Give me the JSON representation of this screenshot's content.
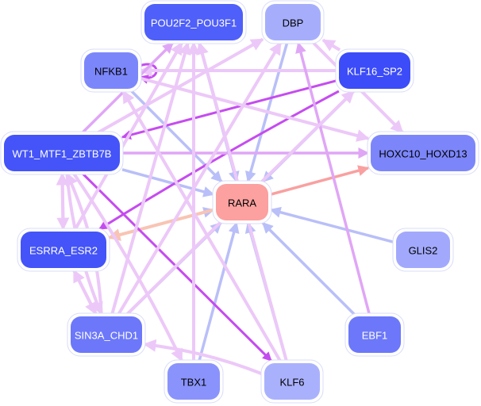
{
  "title": "Gene regulatory network",
  "center_node": "RARA",
  "colors": {
    "edge_blue": "#b9bff8",
    "edge_light_purple": "#ecc8f8",
    "edge_mid_purple": "#e0a6f6",
    "edge_dark_purple": "#c54cf0",
    "edge_salmon": "#f9a0a0",
    "edge_peach": "#f9c4b4"
  },
  "nodes": [
    {
      "id": "POU2F2_POU3F1",
      "label": "POU2F2_POU3F1",
      "fill": "#4f5ff9",
      "text_color": "#ffffff"
    },
    {
      "id": "DBP",
      "label": "DBP",
      "fill": "#a6aefc",
      "text_color": "#000000"
    },
    {
      "id": "NFKB1",
      "label": "NFKB1",
      "fill": "#7c86fb",
      "text_color": "#000000"
    },
    {
      "id": "KLF16_SP2",
      "label": "KLF16_SP2",
      "fill": "#3c4cf8",
      "text_color": "#ffffff"
    },
    {
      "id": "WT1_MTF1_ZBTB7B",
      "label": "WT1_MTF1_ZBTB7B",
      "fill": "#4454f8",
      "text_color": "#ffffff"
    },
    {
      "id": "HOXC10_HOXD13",
      "label": "HOXC10_HOXD13",
      "fill": "#7c86fa",
      "text_color": "#000000"
    },
    {
      "id": "RARA",
      "label": "RARA",
      "fill": "#fca0a0",
      "text_color": "#000000"
    },
    {
      "id": "ESRRA_ESR2",
      "label": "ESRRA_ESR2",
      "fill": "#4454f8",
      "text_color": "#ffffff"
    },
    {
      "id": "GLIS2",
      "label": "GLIS2",
      "fill": "#a2a9fc",
      "text_color": "#000000"
    },
    {
      "id": "SIN3A_CHD1",
      "label": "SIN3A_CHD1",
      "fill": "#6c78f9",
      "text_color": "#ffffff"
    },
    {
      "id": "EBF1",
      "label": "EBF1",
      "fill": "#6c78f9",
      "text_color": "#ffffff"
    },
    {
      "id": "TBX1",
      "label": "TBX1",
      "fill": "#8a93fb",
      "text_color": "#000000"
    },
    {
      "id": "KLF6",
      "label": "KLF6",
      "fill": "#aab1fc",
      "text_color": "#000000"
    }
  ],
  "edges": [
    {
      "source": "POU2F2_POU3F1",
      "target": "RARA",
      "color": "edge_blue"
    },
    {
      "source": "DBP",
      "target": "RARA",
      "color": "edge_blue"
    },
    {
      "source": "NFKB1",
      "target": "RARA",
      "color": "edge_blue"
    },
    {
      "source": "KLF16_SP2",
      "target": "RARA",
      "color": "edge_blue"
    },
    {
      "source": "WT1_MTF1_ZBTB7B",
      "target": "RARA",
      "color": "edge_blue"
    },
    {
      "source": "ESRRA_ESR2",
      "target": "RARA",
      "color": "edge_blue"
    },
    {
      "source": "GLIS2",
      "target": "RARA",
      "color": "edge_blue"
    },
    {
      "source": "SIN3A_CHD1",
      "target": "RARA",
      "color": "edge_blue"
    },
    {
      "source": "EBF1",
      "target": "RARA",
      "color": "edge_blue"
    },
    {
      "source": "TBX1",
      "target": "RARA",
      "color": "edge_blue"
    },
    {
      "source": "KLF6",
      "target": "RARA",
      "color": "edge_blue"
    },
    {
      "source": "RARA",
      "target": "HOXC10_HOXD13",
      "color": "edge_salmon"
    },
    {
      "source": "RARA",
      "target": "ESRRA_ESR2",
      "color": "edge_peach"
    },
    {
      "source": "NFKB1",
      "target": "NFKB1",
      "color": "edge_dark_purple"
    },
    {
      "source": "KLF16_SP2",
      "target": "NFKB1",
      "color": "edge_light_purple"
    },
    {
      "source": "KLF16_SP2",
      "target": "DBP",
      "color": "edge_light_purple"
    },
    {
      "source": "KLF16_SP2",
      "target": "WT1_MTF1_ZBTB7B",
      "color": "edge_dark_purple"
    },
    {
      "source": "KLF16_SP2",
      "target": "ESRRA_ESR2",
      "color": "edge_dark_purple"
    },
    {
      "source": "NFKB1",
      "target": "HOXC10_HOXD13",
      "color": "edge_light_purple"
    },
    {
      "source": "WT1_MTF1_ZBTB7B",
      "target": "HOXC10_HOXD13",
      "color": "edge_mid_purple"
    },
    {
      "source": "WT1_MTF1_ZBTB7B",
      "target": "KLF6",
      "color": "edge_dark_purple"
    },
    {
      "source": "WT1_MTF1_ZBTB7B",
      "target": "POU2F2_POU3F1",
      "color": "edge_mid_purple"
    },
    {
      "source": "WT1_MTF1_ZBTB7B",
      "target": "DBP",
      "color": "edge_light_purple"
    },
    {
      "source": "WT1_MTF1_ZBTB7B",
      "target": "ESRRA_ESR2",
      "color": "edge_light_purple"
    },
    {
      "source": "ESRRA_ESR2",
      "target": "WT1_MTF1_ZBTB7B",
      "color": "edge_light_purple"
    },
    {
      "source": "ESRRA_ESR2",
      "target": "SIN3A_CHD1",
      "color": "edge_light_purple"
    },
    {
      "source": "SIN3A_CHD1",
      "target": "ESRRA_ESR2",
      "color": "edge_light_purple"
    },
    {
      "source": "SIN3A_CHD1",
      "target": "POU2F2_POU3F1",
      "color": "edge_light_purple"
    },
    {
      "source": "SIN3A_CHD1",
      "target": "DBP",
      "color": "edge_light_purple"
    },
    {
      "source": "SIN3A_CHD1",
      "target": "WT1_MTF1_ZBTB7B",
      "color": "edge_light_purple"
    },
    {
      "source": "WT1_MTF1_ZBTB7B",
      "target": "SIN3A_CHD1",
      "color": "edge_light_purple"
    },
    {
      "source": "WT1_MTF1_ZBTB7B",
      "target": "TBX1",
      "color": "edge_light_purple"
    },
    {
      "source": "KLF6",
      "target": "SIN3A_CHD1",
      "color": "edge_light_purple"
    },
    {
      "source": "KLF6",
      "target": "POU2F2_POU3F1",
      "color": "edge_light_purple"
    },
    {
      "source": "KLF6",
      "target": "NFKB1",
      "color": "edge_light_purple"
    },
    {
      "source": "EBF1",
      "target": "DBP",
      "color": "edge_mid_purple"
    },
    {
      "source": "ESRRA_ESR2",
      "target": "POU2F2_POU3F1",
      "color": "edge_light_purple"
    },
    {
      "source": "TBX1",
      "target": "POU2F2_POU3F1",
      "color": "edge_light_purple"
    },
    {
      "source": "SIN3A_CHD1",
      "target": "KLF16_SP2",
      "color": "edge_light_purple"
    },
    {
      "source": "DBP",
      "target": "HOXC10_HOXD13",
      "color": "edge_light_purple"
    }
  ]
}
